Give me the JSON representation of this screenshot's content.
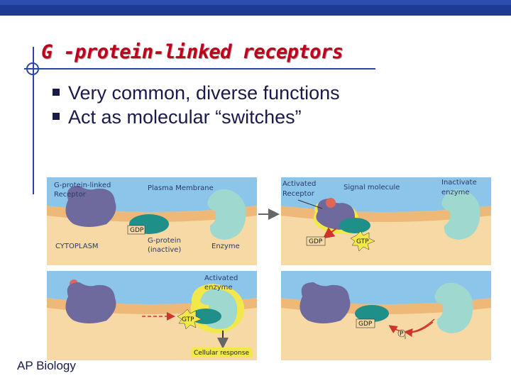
{
  "slide": {
    "title": "G -protein-linked receptors",
    "bullets": [
      "Very common, diverse functions",
      "Act as molecular “switches”"
    ],
    "footer": "AP Biology"
  },
  "diagram": {
    "panel1": {
      "receptor_label_1": "G-protein-linked",
      "receptor_label_2": "Receptor",
      "membrane_label": "Plasma Membrane",
      "gdp_tag": "GDP",
      "cytoplasm_label": "CYTOPLASM",
      "gprotein_label_1": "G-protein",
      "gprotein_label_2": "(inactive)",
      "enzyme_label": "Enzyme"
    },
    "panel2": {
      "activated_receptor_1": "Activated",
      "activated_receptor_2": "Receptor",
      "signal_label": "Signal molecule",
      "inactivate_label_1": "Inactivate",
      "inactivate_label_2": "enzyme",
      "gdp_tag": "GDP",
      "gtp_tag": "GTP"
    },
    "panel3": {
      "activated_enzyme_1": "Activated",
      "activated_enzyme_2": "enzyme",
      "gtp_tag": "GTP",
      "cellular_response": "Cellular response"
    },
    "panel4": {
      "gdp_tag": "GDP",
      "pi_tag": "P",
      "pi_sub": "i"
    }
  },
  "colors": {
    "title": "#c0001d",
    "accent_blue": "#1f3a93",
    "cytoplasm": "#f7d9a6",
    "extracellular": "#8cc5ea",
    "membrane": "#eeb879",
    "receptor": "#6e6a9e",
    "gprotein": "#1f8f8a",
    "enzyme": "#9ed8cf",
    "gtp_burst": "#f2e84c",
    "arrow_red": "#d0332b"
  }
}
